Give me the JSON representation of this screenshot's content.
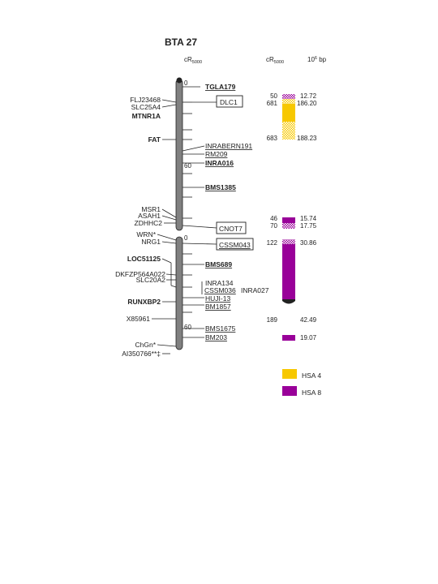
{
  "title": "BTA 27",
  "headers": {
    "cr_left": "cR",
    "cr_left_sub": "5000",
    "cr_right": "cR",
    "cr_right_sub": "5000",
    "bp": "10",
    "bp_sup": "6",
    "bp_unit": " bp"
  },
  "colors": {
    "hsa4": "#f7c800",
    "hsa8": "#990099",
    "chromosome": "#808080",
    "line": "#222222"
  },
  "group1": {
    "scale_top": "0",
    "scale_mid": "60",
    "right_markers": [
      {
        "text": "TGLA179",
        "bold": true,
        "boxed": false
      },
      {
        "text": "DLC1",
        "bold": false,
        "boxed": true
      },
      {
        "text": "INRABERN191",
        "bold": false,
        "boxed": false
      },
      {
        "text": "RM209",
        "bold": false,
        "boxed": false
      },
      {
        "text": "INRA016",
        "bold": true,
        "boxed": false
      },
      {
        "text": "BMS1385",
        "bold": true,
        "boxed": false
      },
      {
        "text": "CNOT7",
        "bold": false,
        "boxed": true
      }
    ],
    "left_markers": [
      {
        "text": "FLJ23468",
        "bold": false
      },
      {
        "text": "SLC25A4",
        "bold": false
      },
      {
        "text": "MTNR1A",
        "bold": true
      },
      {
        "text": "FAT",
        "bold": true
      },
      {
        "text": "MSR1",
        "bold": false
      },
      {
        "text": "ASAH1",
        "bold": false
      },
      {
        "text": "ZDHHC2",
        "bold": false
      }
    ]
  },
  "group2": {
    "scale_top": "0",
    "scale_mid": "60",
    "right_markers": [
      {
        "text": "CSSM043",
        "bold": false,
        "boxed": true
      },
      {
        "text": "BMS689",
        "bold": true,
        "boxed": false
      },
      {
        "text": "INRA134",
        "bold": false,
        "boxed": false
      },
      {
        "text": "CSSM036",
        "bold": false,
        "boxed": false
      },
      {
        "text": "INRA027",
        "bold": false,
        "boxed": false
      },
      {
        "text": "HUJI-13",
        "bold": false,
        "boxed": false
      },
      {
        "text": "BM1857",
        "bold": false,
        "boxed": false
      },
      {
        "text": "BMS1675",
        "bold": false,
        "boxed": false
      },
      {
        "text": "BM203",
        "bold": false,
        "boxed": false
      }
    ],
    "left_markers": [
      {
        "text": "WRN*",
        "bold": false
      },
      {
        "text": "NRG1",
        "bold": false
      },
      {
        "text": "LOC51125",
        "bold": true
      },
      {
        "text": "DKFZP564A022",
        "bold": false
      },
      {
        "text": "SLC20A2",
        "bold": false
      },
      {
        "text": "RUNXBP2",
        "bold": true
      },
      {
        "text": "X85961",
        "bold": false
      },
      {
        "text": "ChGn*",
        "bold": false
      },
      {
        "text": "AI350766**‡",
        "bold": false
      }
    ]
  },
  "comparative": [
    {
      "cr": "50",
      "bp": "12.72"
    },
    {
      "cr": "681",
      "bp": "186.20"
    },
    {
      "cr": "683",
      "bp": "188.23"
    },
    {
      "cr": "46",
      "bp": "15.74"
    },
    {
      "cr": "70",
      "bp": "17.75"
    },
    {
      "cr": "122",
      "bp": "30.86"
    },
    {
      "cr": "189",
      "bp": "42.49"
    },
    {
      "cr": "",
      "bp": "19.07"
    }
  ],
  "legend": [
    {
      "label": "HSA 4",
      "color": "#f7c800"
    },
    {
      "label": "HSA 8",
      "color": "#990099"
    }
  ]
}
